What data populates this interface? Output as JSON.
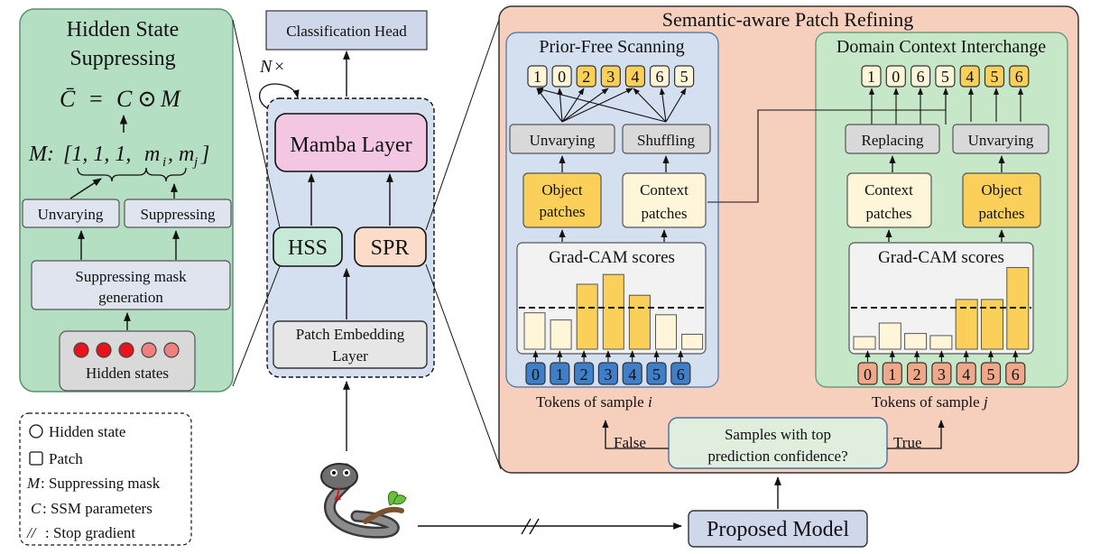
{
  "hss_panel": {
    "title_line1": "Hidden State",
    "title_line2": "Suppressing",
    "equation": "C̄ = C ⊙ M",
    "eq_cbar": "C̄",
    "eq_equals": "=",
    "eq_c": "C",
    "eq_odot": "⊙",
    "eq_m": "M",
    "mask_expr": "M: [1, 1, 1, m",
    "mask_prefix": "M:",
    "mask_ones": "[1, 1, 1,",
    "mask_mi": "m",
    "mask_i_sub": "i",
    "mask_comma": ", m",
    "mask_j_sub": "j",
    "mask_close": "]",
    "unvarying": "Unvarying",
    "suppressing": "Suppressing",
    "mask_gen_line1": "Suppressing mask",
    "mask_gen_line2": "generation",
    "hidden_states": "Hidden states",
    "dot_colors": [
      "#e8131b",
      "#e8131b",
      "#e8131b",
      "#f08080",
      "#f08080"
    ]
  },
  "legend": {
    "hidden_state": "Hidden state",
    "patch": "Patch",
    "mask_sym": "M",
    "mask_text": ": Suppressing mask",
    "ssm_sym": "C",
    "ssm_text": ": SSM parameters",
    "stop_sym": "//",
    "stop_text": ": Stop gradient"
  },
  "center": {
    "classification_head": "Classification Head",
    "repeat_n": "N",
    "repeat_x": "×",
    "mamba_layer": "Mamba Layer",
    "hss": "HSS",
    "spr": "SPR",
    "patch_embed_line1": "Patch Embedding",
    "patch_embed_line2": "Layer",
    "proposed_model": "Proposed Model"
  },
  "spr_panel": {
    "title": "Semantic-aware Patch Refining",
    "left": {
      "title": "Prior-Free Scanning",
      "output_tokens": [
        "1",
        "0",
        "2",
        "3",
        "4",
        "6",
        "5"
      ],
      "output_highlight": [
        false,
        false,
        true,
        true,
        true,
        false,
        false
      ],
      "unvarying": "Unvarying",
      "shuffling": "Shuffling",
      "object_line1": "Object",
      "object_line2": "patches",
      "context_line1": "Context",
      "context_line2": "patches",
      "gradcam": "Grad-CAM scores",
      "bar_values": [
        0.56,
        0.45,
        1.0,
        1.15,
        0.83,
        0.53,
        0.23
      ],
      "bar_highlight": [
        false,
        false,
        true,
        true,
        true,
        false,
        false
      ],
      "input_tokens": [
        "0",
        "1",
        "2",
        "3",
        "4",
        "5",
        "6"
      ],
      "tokens_caption": "Tokens of sample ",
      "tokens_sample": "i"
    },
    "right": {
      "title": "Domain Context Interchange",
      "output_tokens": [
        "1",
        "0",
        "6",
        "5",
        "4",
        "5",
        "6"
      ],
      "output_highlight": [
        false,
        false,
        false,
        false,
        true,
        true,
        true
      ],
      "replacing": "Replacing",
      "unvarying": "Unvarying",
      "context_line1": "Context",
      "context_line2": "patches",
      "object_line1": "Object",
      "object_line2": "patches",
      "gradcam": "Grad-CAM scores",
      "bar_values": [
        0.24,
        0.5,
        0.3,
        0.26,
        0.95,
        0.95,
        1.56
      ],
      "bar_highlight": [
        false,
        false,
        false,
        false,
        true,
        true,
        true
      ],
      "input_tokens": [
        "0",
        "1",
        "2",
        "3",
        "4",
        "5",
        "6"
      ],
      "tokens_caption": "Tokens of sample ",
      "tokens_sample": "j"
    },
    "decision_line1": "Samples with top",
    "decision_line2": "prediction confidence?",
    "false_label": "False",
    "true_label": "True"
  },
  "colors": {
    "green_panel": "#b5dfc3",
    "green_border": "#5a8f72",
    "blue_panel": "#d4dff0",
    "peach_panel": "#f6d0bd",
    "mamba_pink": "#f3c6e2",
    "hss_green": "#c6ead7",
    "spr_peach": "#fbdcc8",
    "yellow_object": "#fbd05a",
    "cream": "#fff5d9",
    "blue_token": "#3f7fc9",
    "orange_token": "#f0a88a",
    "gray_box": "#d9d9d9",
    "lavender_box": "#dfe4ef"
  }
}
